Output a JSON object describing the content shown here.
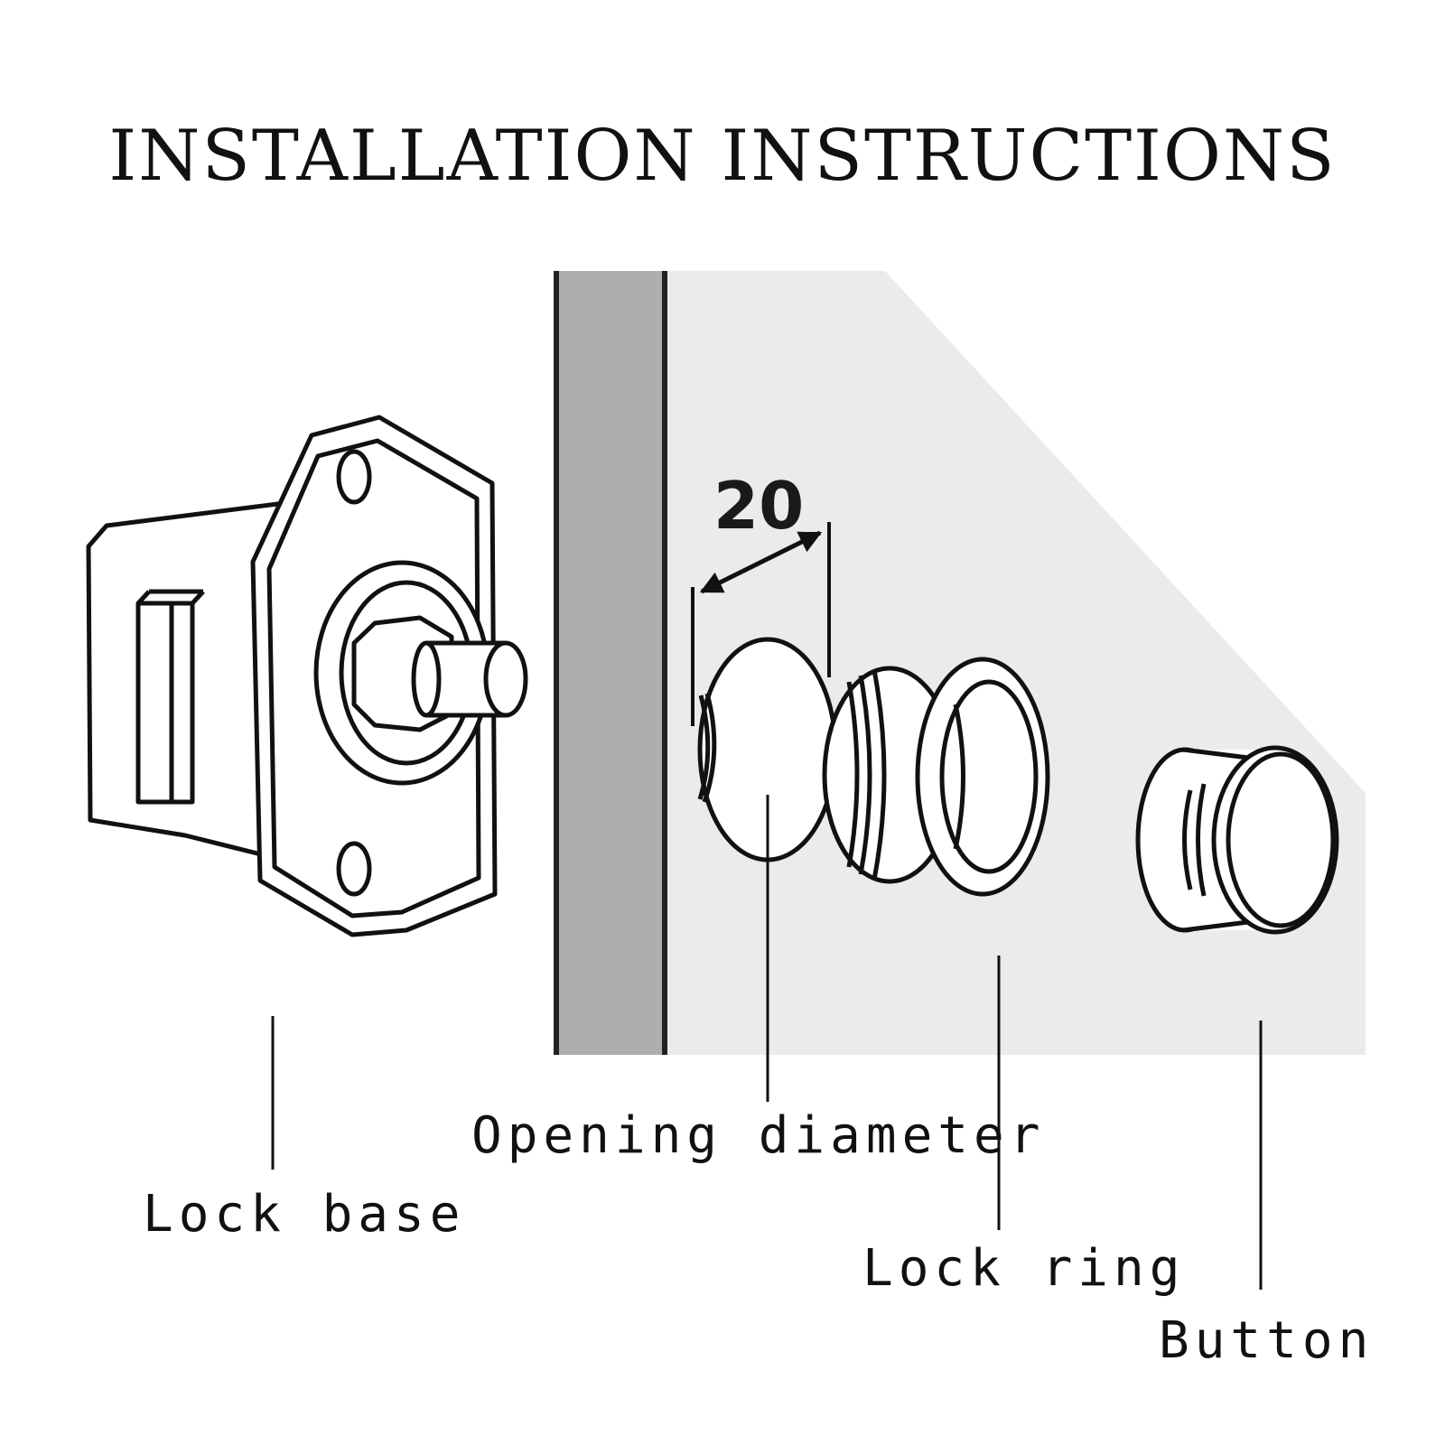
{
  "title": "INSTALLATION INSTRUCTIONS",
  "dimension_label": "20",
  "labels": {
    "lock_base": "Lock base",
    "opening_diameter": "Opening diameter",
    "lock_ring": "Lock ring",
    "button": "Button"
  },
  "colors": {
    "line": "#111111",
    "panel_fill": "#ebebeb",
    "panel_edge": "#aeaeae",
    "background": "#ffffff"
  }
}
